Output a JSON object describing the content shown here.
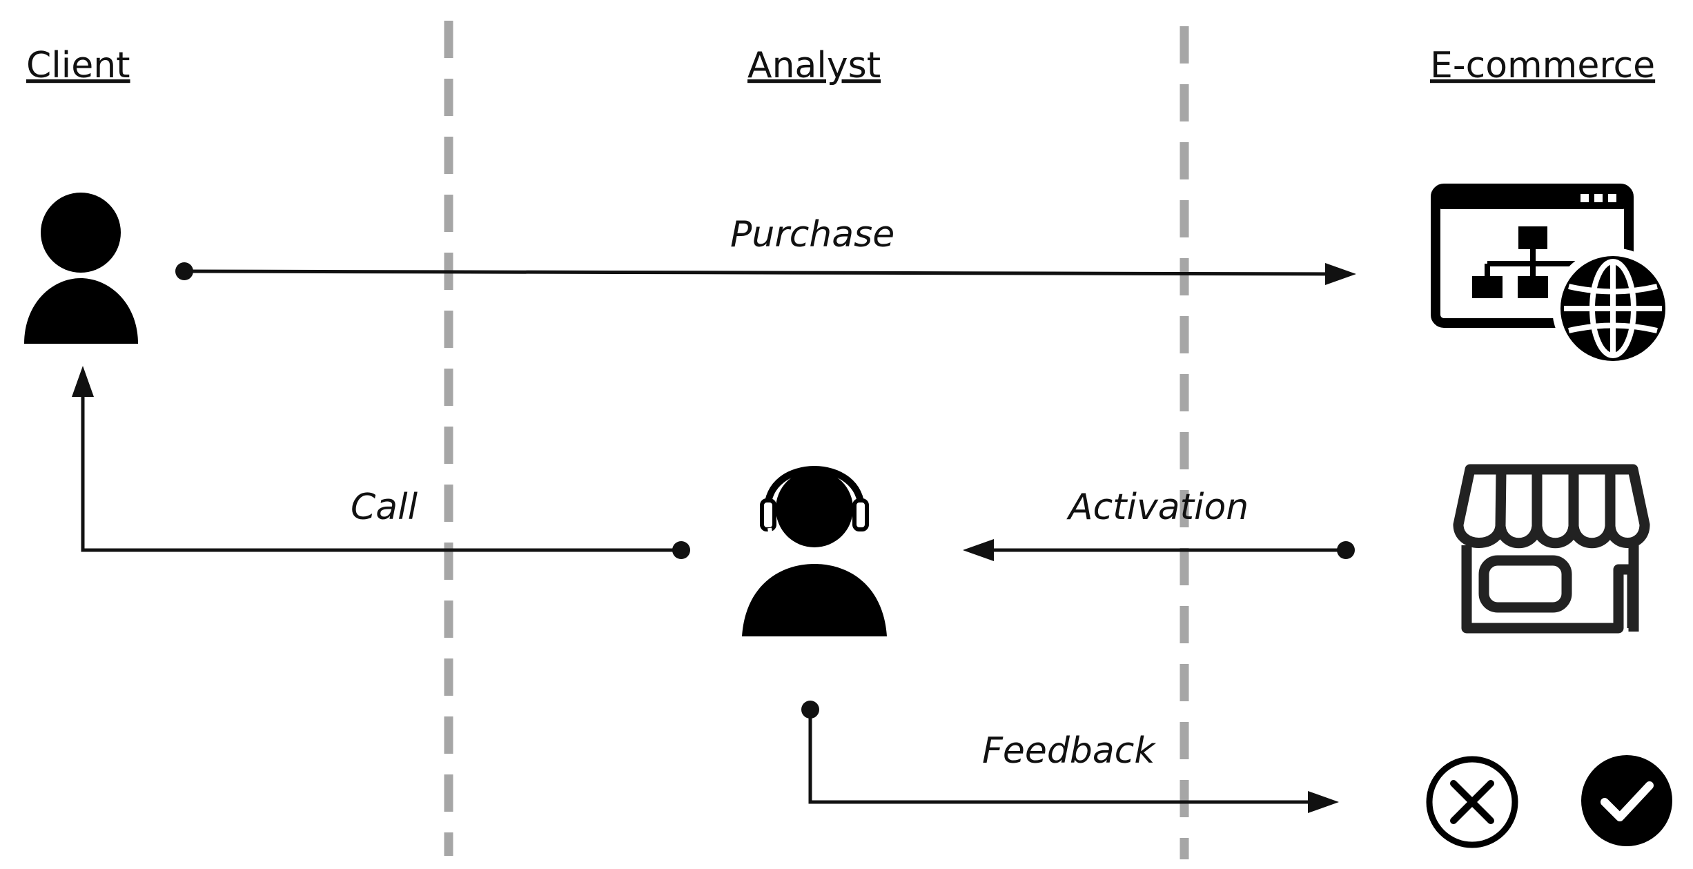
{
  "lanes": {
    "client": "Client",
    "analyst": "Analyst",
    "ecommerce": "E-commerce"
  },
  "flows": {
    "purchase": "Purchase",
    "call": "Call",
    "activation": "Activation",
    "feedback": "Feedback"
  },
  "icons": {
    "client": "person-icon",
    "analyst": "headset-operator-icon",
    "website": "website-sitemap-globe-icon",
    "store": "storefront-icon",
    "reject": "x-circle-icon",
    "approve": "check-circle-icon"
  },
  "colors": {
    "ink": "#111111",
    "divider": "#a6a6a6",
    "background": "#ffffff"
  }
}
